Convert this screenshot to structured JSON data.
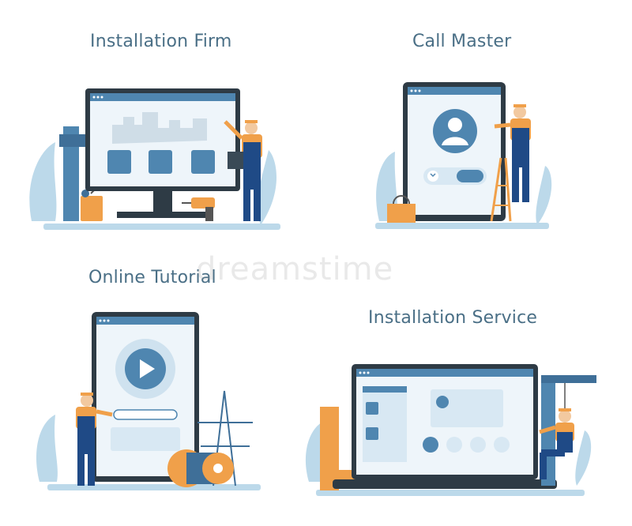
{
  "panels": {
    "installation_firm": {
      "title": "Installation Firm"
    },
    "call_master": {
      "title": "Call Master"
    },
    "online_tutorial": {
      "title": "Online Tutorial"
    },
    "installation_service": {
      "title": "Installation Service"
    }
  },
  "watermark": "dreamstime",
  "colors": {
    "accent_blue": "#4f86b0",
    "light_blue": "#bcd9ea",
    "title_text": "#4a6f86",
    "dark_frame": "#2e3b45",
    "orange": "#f0a04a",
    "navy": "#1f4a86"
  }
}
